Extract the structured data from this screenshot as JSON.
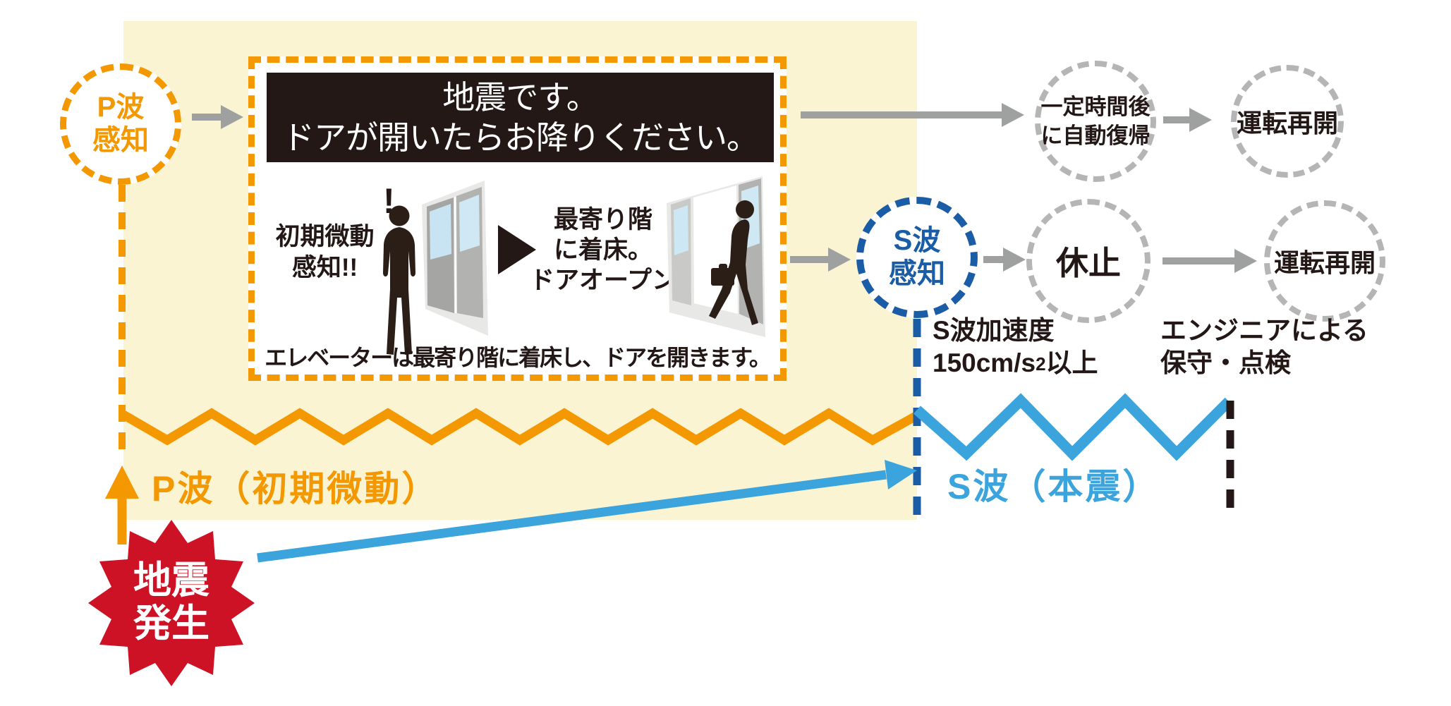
{
  "colors": {
    "orange": "#F39800",
    "deep_blue": "#1A5DA6",
    "light_blue": "#3CA4DC",
    "arrow_gray": "#9FA0A0",
    "dashed_circle_gray": "#B5B5B6",
    "red": "#CE1225",
    "ink_black": "#231815",
    "background_yellow": "#FBF4D3"
  },
  "p_wave_node": {
    "line1": "P波",
    "line2": "感知"
  },
  "panel": {
    "announcement_line1": "地震です。",
    "announcement_line2": "ドアが開いたらお降りください。",
    "exclamation": "!",
    "initial_tremor_line1": "初期微動",
    "initial_tremor_line2": "感知!!",
    "nearest_floor_line1": "最寄り階",
    "nearest_floor_line2": "に着床。",
    "nearest_floor_line3": "ドアオープン",
    "caption": "エレベーターは最寄り階に着床し、ドアを開きます。"
  },
  "flow": {
    "auto_return_line1": "一定時間後",
    "auto_return_line2": "に自動復帰",
    "resume_top": "運転再開",
    "s_wave_line1": "S波",
    "s_wave_line2": "感知",
    "pause": "休止",
    "resume_bottom": "運転再開"
  },
  "notes": {
    "s_accel_line1": "S波加速度",
    "s_accel_value_prefix": "150cm/s",
    "s_accel_value_sup": "2",
    "s_accel_value_suffix": "以上",
    "engineer_line1": "エンジニアによる",
    "engineer_line2": "保守・点検"
  },
  "timeline": {
    "p_wave_label": "P波（初期微動）",
    "s_wave_label": "S波（本震）"
  },
  "origin": {
    "line1": "地震",
    "line2": "発生"
  }
}
